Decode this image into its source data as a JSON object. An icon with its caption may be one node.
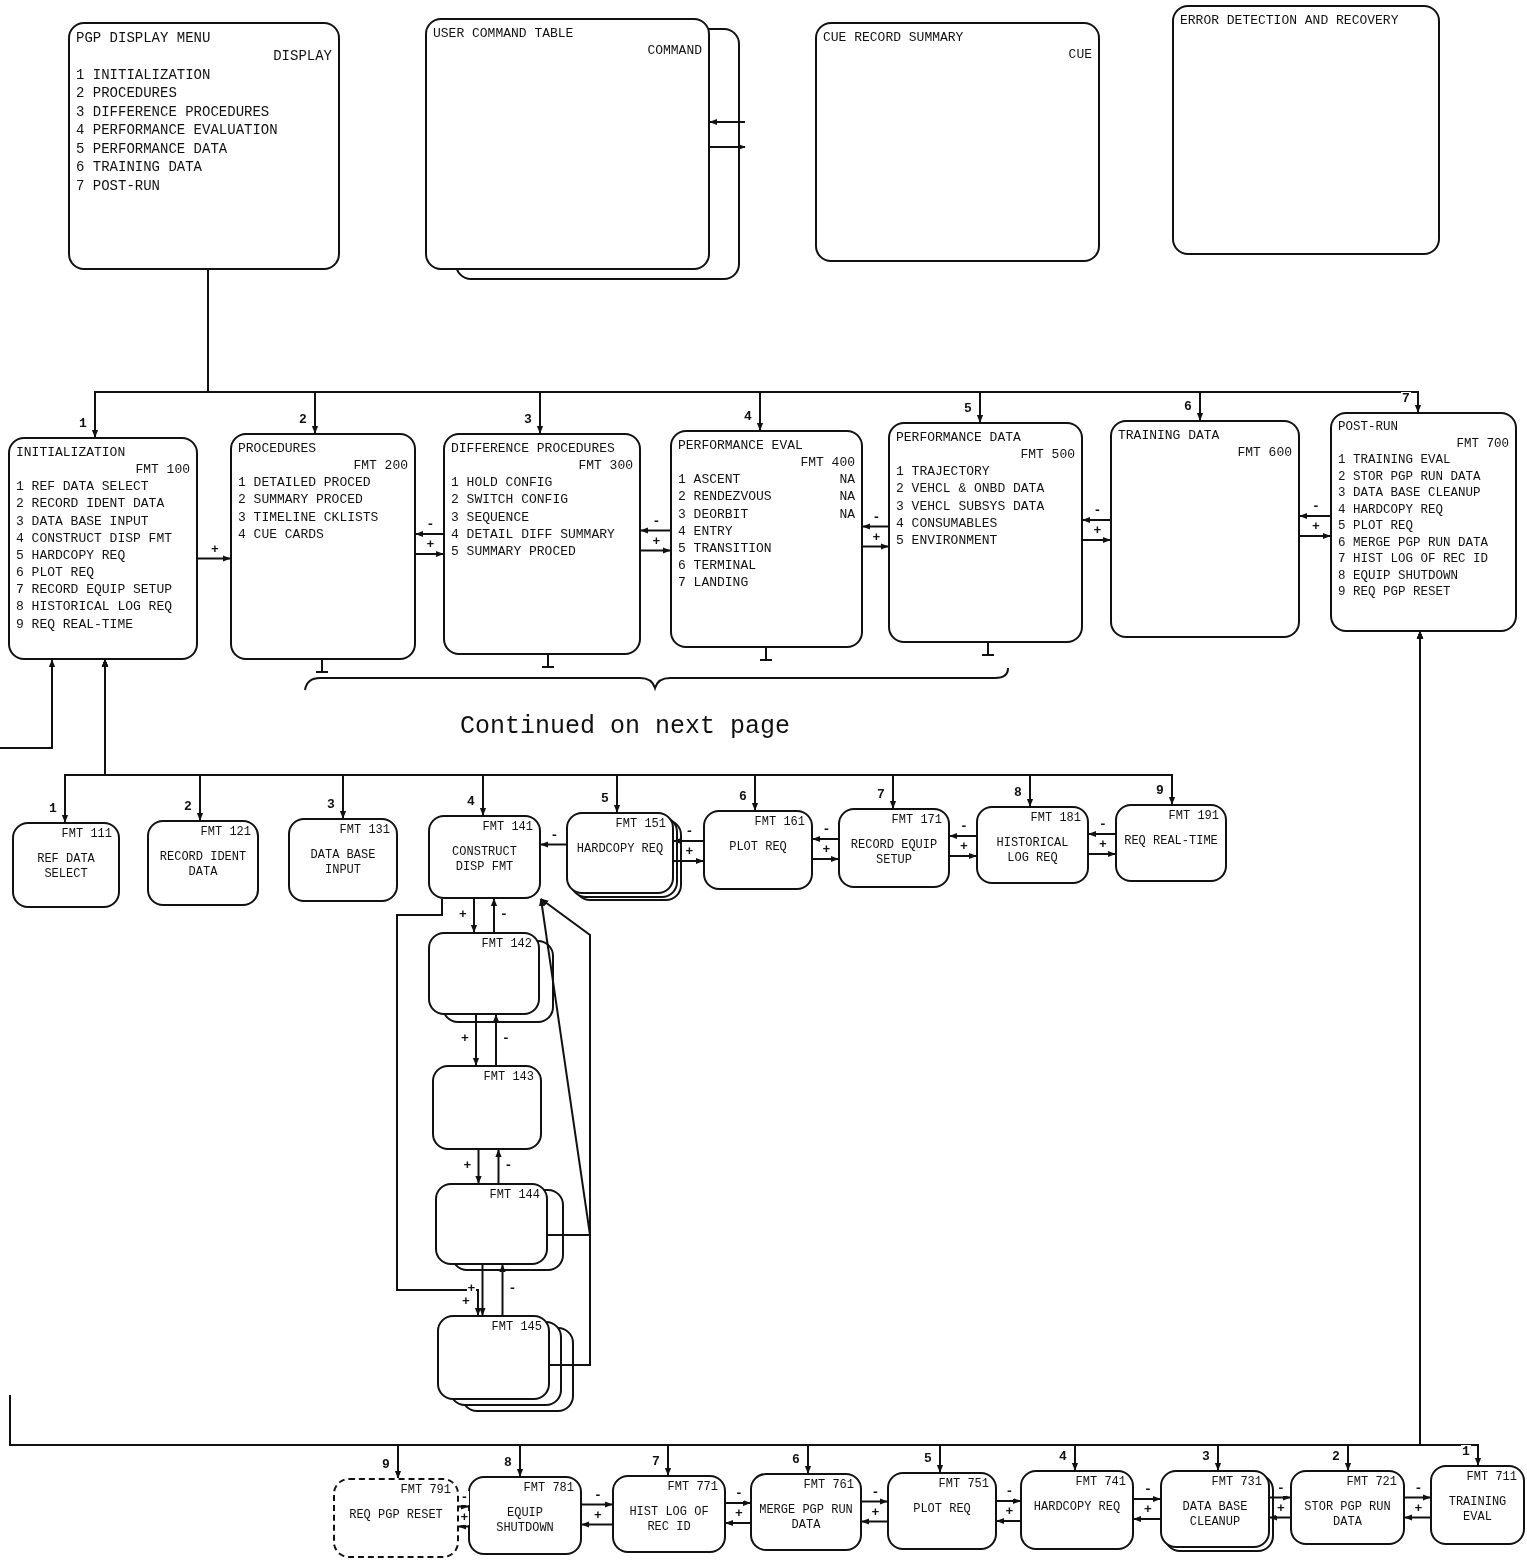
{
  "diagram": {
    "nodes": [
      {
        "text": [
          "PGP DISPLAY MENU",
          "DISPLAY",
          "1 INITIALIZATION",
          "2 PROCEDURES",
          "3 DIFFERENCE PROCEDURES",
          "4 PERFORMANCE EVALUATION",
          "5 PERFORMANCE DATA",
          "6 TRAINING DATA",
          "7 POST-RUN"
        ]
      },
      {
        "text": [
          "USER COMMAND TABLE",
          "COMMAND"
        ]
      },
      {
        "text": [
          "CUE RECORD SUMMARY",
          "CUE"
        ]
      },
      {
        "text": [
          "ERROR DETECTION AND RECOVERY"
        ]
      },
      {
        "text": [
          "INITIALIZATION",
          "FMT 100",
          "1 REF DATA SELECT",
          "2 RECORD IDENT DATA",
          "3 DATA BASE INPUT",
          "4 CONSTRUCT DISP FMT",
          "5 HARDCOPY REQ",
          "6 PLOT REQ",
          "7 RECORD EQUIP SETUP",
          "8 HISTORICAL LOG REQ",
          "9 REQ REAL-TIME"
        ]
      },
      {
        "text": [
          "PROCEDURES",
          "FMT 200",
          "1 DETAILED PROCED",
          "2 SUMMARY PROCED",
          "3 TIMELINE CKLISTS",
          "4 CUE CARDS"
        ]
      },
      {
        "text": [
          "DIFFERENCE PROCEDURES",
          "FMT 300",
          "1 HOLD CONFIG",
          "2 SWITCH CONFIG",
          "3 SEQUENCE",
          "4 DETAIL DIFF SUMMARY",
          "5 SUMMARY PROCED"
        ]
      },
      {
        "text": [
          "PERFORMANCE EVAL",
          "FMT 400",
          "1 ASCENT",
          "NA",
          "2 RENDEZVOUS",
          "NA",
          "3 DEORBIT",
          "NA",
          "4 ENTRY",
          "5 TRANSITION",
          "6 TERMINAL",
          "7 LANDING"
        ]
      },
      {
        "text": [
          "PERFORMANCE DATA",
          "FMT 500",
          "1 TRAJECTORY",
          "2 VEHCL & ONBD DATA",
          "3 VEHCL SUBSYS DATA",
          "4 CONSUMABLES",
          "5 ENVIRONMENT"
        ]
      },
      {
        "text": [
          "TRAINING DATA",
          "FMT 600"
        ]
      },
      {
        "text": [
          "POST-RUN",
          "FMT 700",
          "1 TRAINING EVAL",
          "2 STOR PGP RUN DATA",
          "3 DATA BASE CLEANUP",
          "4 HARDCOPY REQ",
          "5 PLOT REQ",
          "6 MERGE PGP RUN DATA",
          "7 HIST LOG OF REC ID",
          "8 EQUIP SHUTDOWN",
          "9 REQ PGP RESET"
        ]
      },
      {
        "text": [
          "FMT 111",
          "REF DATA SELECT"
        ]
      },
      {
        "text": [
          "FMT 121",
          "RECORD IDENT DATA"
        ]
      },
      {
        "text": [
          "FMT 131",
          "DATA BASE INPUT"
        ]
      },
      {
        "text": [
          "FMT 141",
          "CONSTRUCT DISP FMT"
        ]
      },
      {
        "text": [
          "FMT 151",
          "HARDCOPY REQ"
        ]
      },
      {
        "text": [
          "FMT 161",
          "PLOT REQ"
        ]
      },
      {
        "text": [
          "FMT 171",
          "RECORD EQUIP SETUP"
        ]
      },
      {
        "text": [
          "FMT 181",
          "HISTORICAL LOG REQ"
        ]
      },
      {
        "text": [
          "FMT 191",
          "REQ REAL-TIME"
        ]
      },
      {
        "text": [
          "FMT 142"
        ]
      },
      {
        "text": [
          "FMT 143"
        ]
      },
      {
        "text": [
          "FMT 144"
        ]
      },
      {
        "text": [
          "FMT 145"
        ]
      },
      {
        "text": [
          "FMT 791",
          "REQ PGP RESET"
        ]
      },
      {
        "text": [
          "FMT 781",
          "EQUIP SHUTDOWN"
        ]
      },
      {
        "text": [
          "FMT 771",
          "HIST LOG OF REC ID"
        ]
      },
      {
        "text": [
          "FMT 761",
          "MERGE PGP RUN DATA"
        ]
      },
      {
        "text": [
          "FMT 751",
          "PLOT REQ"
        ]
      },
      {
        "text": [
          "FMT 741",
          "HARDCOPY REQ"
        ]
      },
      {
        "text": [
          "FMT 731",
          "DATA BASE CLEANUP"
        ]
      },
      {
        "text": [
          "FMT 721",
          "STOR PGP RUN DATA"
        ]
      },
      {
        "text": [
          "FMT 711",
          "TRAINING EVAL"
        ]
      }
    ],
    "edges": [
      {
        "from": 0,
        "to": 4,
        "arrow": "to",
        "label": "1"
      },
      {
        "from": 0,
        "to": 5,
        "arrow": "to",
        "label": "2"
      },
      {
        "from": 0,
        "to": 6,
        "arrow": "to",
        "label": "3"
      },
      {
        "from": 0,
        "to": 7,
        "arrow": "to",
        "label": "4"
      },
      {
        "from": 0,
        "to": 8,
        "arrow": "to",
        "label": "5"
      },
      {
        "from": 0,
        "to": 9,
        "arrow": "to",
        "label": "6"
      },
      {
        "from": 0,
        "to": 10,
        "arrow": "to",
        "label": "7"
      },
      {
        "from": null,
        "to": 1,
        "arrow": "to"
      },
      {
        "from": 1,
        "to": null,
        "arrow": "to"
      },
      {
        "from": 4,
        "to": 5,
        "arrow": "to",
        "label": "+"
      },
      {
        "from": 5,
        "to": 6,
        "arrow": "to",
        "label": "+"
      },
      {
        "from": 6,
        "to": 5,
        "arrow": "to",
        "label": "-"
      },
      {
        "from": 6,
        "to": 7,
        "arrow": "to",
        "label": "+"
      },
      {
        "from": 7,
        "to": 6,
        "arrow": "to",
        "label": "-"
      },
      {
        "from": 7,
        "to": 8,
        "arrow": "to",
        "label": "+"
      },
      {
        "from": 8,
        "to": 7,
        "arrow": "to",
        "label": "-"
      },
      {
        "from": 8,
        "to": 9,
        "arrow": "to",
        "label": "+"
      },
      {
        "from": 9,
        "to": 8,
        "arrow": "to",
        "label": "-"
      },
      {
        "from": 9,
        "to": 10,
        "arrow": "to",
        "label": "+"
      },
      {
        "from": 10,
        "to": 9,
        "arrow": "to",
        "label": "-"
      },
      {
        "from": null,
        "to": 4,
        "arrow": "to"
      },
      {
        "from": 4,
        "to": 11,
        "arrow": "both",
        "label": "1"
      },
      {
        "from": 4,
        "to": 12,
        "arrow": "both",
        "label": "2"
      },
      {
        "from": 4,
        "to": 13,
        "arrow": "both",
        "label": "3"
      },
      {
        "from": 4,
        "to": 14,
        "arrow": "both",
        "label": "4"
      },
      {
        "from": 4,
        "to": 15,
        "arrow": "both",
        "label": "5"
      },
      {
        "from": 4,
        "to": 16,
        "arrow": "both",
        "label": "6"
      },
      {
        "from": 4,
        "to": 17,
        "arrow": "both",
        "label": "7"
      },
      {
        "from": 4,
        "to": 18,
        "arrow": "both",
        "label": "8"
      },
      {
        "from": 4,
        "to": 19,
        "arrow": "both",
        "label": "9"
      },
      {
        "from": 15,
        "to": 14,
        "arrow": "to",
        "label": "-"
      },
      {
        "from": 15,
        "to": 16,
        "arrow": "to",
        "label": "+"
      },
      {
        "from": 16,
        "to": 15,
        "arrow": "to",
        "label": "-"
      },
      {
        "from": 16,
        "to": 17,
        "arrow": "to",
        "label": "+"
      },
      {
        "from": 17,
        "to": 16,
        "arrow": "to",
        "label": "-"
      },
      {
        "from": 17,
        "to": 18,
        "arrow": "to",
        "label": "+"
      },
      {
        "from": 18,
        "to": 17,
        "arrow": "to",
        "label": "-"
      },
      {
        "from": 18,
        "to": 19,
        "arrow": "to",
        "label": "+"
      },
      {
        "from": 19,
        "to": 18,
        "arrow": "to",
        "label": "-"
      },
      {
        "from": 14,
        "to": 20,
        "arrow": "to",
        "label": "+"
      },
      {
        "from": 20,
        "to": 14,
        "arrow": "to",
        "label": "-"
      },
      {
        "from": 20,
        "to": 21,
        "arrow": "to",
        "label": "+"
      },
      {
        "from": 21,
        "to": 20,
        "arrow": "to",
        "label": "-"
      },
      {
        "from": 21,
        "to": 22,
        "arrow": "to",
        "label": "+"
      },
      {
        "from": 22,
        "to": 21,
        "arrow": "to",
        "label": "-"
      },
      {
        "from": 22,
        "to": 23,
        "arrow": "to",
        "label": "+"
      },
      {
        "from": 23,
        "to": 22,
        "arrow": "to",
        "label": "-"
      },
      {
        "from": 14,
        "to": 23,
        "arrow": "to",
        "label": "+"
      },
      {
        "from": 23,
        "to": 14,
        "arrow": "to"
      },
      {
        "from": 22,
        "to": 14,
        "arrow": "to"
      },
      {
        "from": 10,
        "to": 32,
        "arrow": "both",
        "label": "1"
      },
      {
        "from": 10,
        "to": 31,
        "arrow": "both",
        "label": "2"
      },
      {
        "from": 10,
        "to": 30,
        "arrow": "both",
        "label": "3"
      },
      {
        "from": 10,
        "to": 29,
        "arrow": "both",
        "label": "4"
      },
      {
        "from": 10,
        "to": 28,
        "arrow": "both",
        "label": "5"
      },
      {
        "from": 10,
        "to": 27,
        "arrow": "both",
        "label": "6"
      },
      {
        "from": 10,
        "to": 26,
        "arrow": "both",
        "label": "7"
      },
      {
        "from": 10,
        "to": 25,
        "arrow": "both",
        "label": "8"
      },
      {
        "from": 10,
        "to": 24,
        "arrow": "both",
        "label": "9"
      },
      {
        "from": 10,
        "to": null,
        "arrow": "none"
      },
      {
        "from": 25,
        "to": 24,
        "arrow": "to",
        "label": "+"
      },
      {
        "from": 24,
        "to": 25,
        "arrow": "to",
        "label": "-"
      },
      {
        "from": 26,
        "to": 25,
        "arrow": "to",
        "label": "+"
      },
      {
        "from": 25,
        "to": 26,
        "arrow": "to",
        "label": "-"
      },
      {
        "from": 27,
        "to": 26,
        "arrow": "to",
        "label": "+"
      },
      {
        "from": 26,
        "to": 27,
        "arrow": "to",
        "label": "-"
      },
      {
        "from": 28,
        "to": 27,
        "arrow": "to",
        "label": "+"
      },
      {
        "from": 27,
        "to": 28,
        "arrow": "to",
        "label": "-"
      },
      {
        "from": 29,
        "to": 28,
        "arrow": "to",
        "label": "+"
      },
      {
        "from": 28,
        "to": 29,
        "arrow": "to",
        "label": "-"
      },
      {
        "from": 30,
        "to": 29,
        "arrow": "to",
        "label": "+"
      },
      {
        "from": 29,
        "to": 30,
        "arrow": "to",
        "label": "-"
      },
      {
        "from": 31,
        "to": 30,
        "arrow": "to",
        "label": "+"
      },
      {
        "from": 30,
        "to": 31,
        "arrow": "to",
        "label": "-"
      },
      {
        "from": 32,
        "to": 31,
        "arrow": "to",
        "label": "+"
      },
      {
        "from": 31,
        "to": 32,
        "arrow": "to",
        "label": "-"
      }
    ],
    "labels": [
      "Continued on next page"
    ]
  }
}
